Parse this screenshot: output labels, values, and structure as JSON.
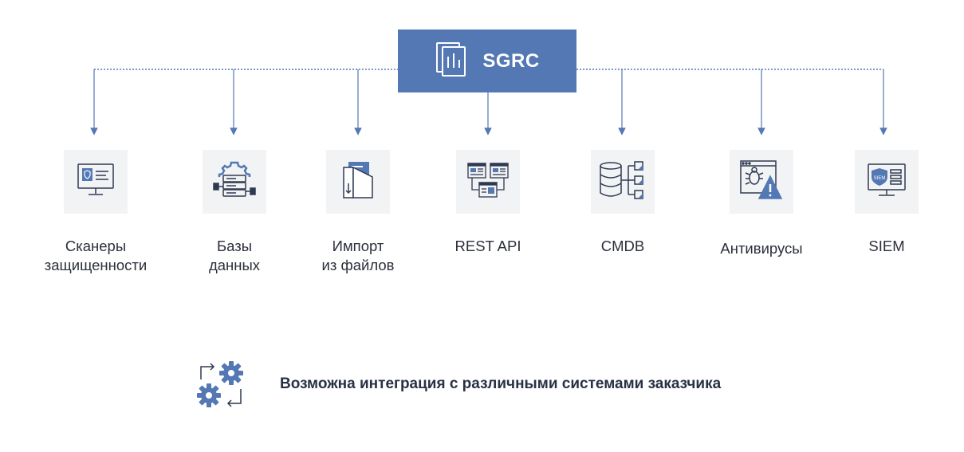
{
  "hub": {
    "title": "SGRC",
    "icon": "dashboard-icon"
  },
  "integrations": [
    {
      "id": "scanners",
      "icon": "monitor-shield-icon",
      "lines": [
        "Сканеры",
        "защищенности"
      ]
    },
    {
      "id": "databases",
      "icon": "database-server-icon",
      "lines": [
        "Базы",
        "данных"
      ]
    },
    {
      "id": "file-import",
      "icon": "file-import-icon",
      "lines": [
        "Импорт",
        "из файлов"
      ]
    },
    {
      "id": "rest-api",
      "icon": "api-windows-icon",
      "lines": [
        "REST API"
      ]
    },
    {
      "id": "cmdb",
      "icon": "database-tree-icon",
      "lines": [
        "CMDB"
      ]
    },
    {
      "id": "antivirus",
      "icon": "bug-warning-icon",
      "lines": [
        "Антивирусы"
      ]
    },
    {
      "id": "siem",
      "icon": "siem-monitor-icon",
      "lines": [
        "SIEM"
      ]
    }
  ],
  "footer": {
    "text": "Возможна интеграция с различными системами заказчика",
    "icon": "gears-sync-icon"
  },
  "colors": {
    "accent": "#5378b4",
    "tile": "#f2f3f5",
    "text": "#2b2f3a"
  }
}
